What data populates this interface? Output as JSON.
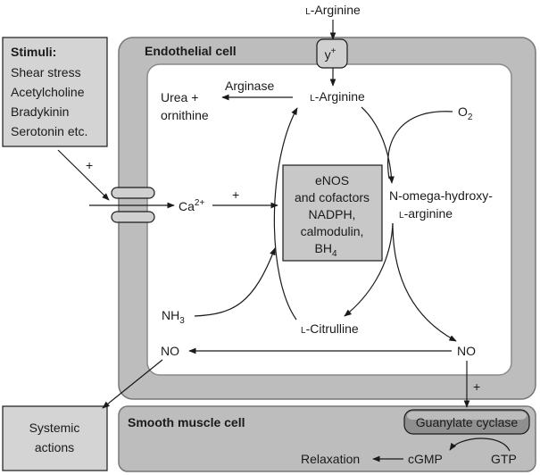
{
  "colors": {
    "cell_gray": "#bdbdbd",
    "cell_border": "#777777",
    "box_gray": "#d4d4d4",
    "enzyme_box": "#c8c8c8",
    "ink": "#1a1a1a"
  },
  "top": {
    "l_arginine_prefix": "L",
    "l_arginine_rest": "-Arginine"
  },
  "transporter": {
    "label": "y",
    "superscript": "+"
  },
  "stimuli": {
    "title": "Stimuli:",
    "items": [
      "Shear stress",
      "Acetylcholine",
      "Bradykinin",
      "Serotonin etc."
    ],
    "plus": "+"
  },
  "endothelial": {
    "title": "Endothelial cell",
    "arginase": "Arginase",
    "urea": "Urea +",
    "ornithine": "ornithine",
    "l_arginine_prefix": "L",
    "l_arginine_rest": "-Arginine",
    "o2": "O",
    "o2_sub": "2",
    "calcium": "Ca",
    "calcium_sup": "2+",
    "calcium_plus": "+",
    "enos_lines": [
      "eNOS",
      "and cofactors",
      "NADPH,",
      "calmodulin,"
    ],
    "bh4": "BH",
    "bh4_sub": "4",
    "hydroxy_line1": "N-omega-hydroxy-",
    "hydroxy_prefix": "L",
    "hydroxy_rest": "-arginine",
    "nh3": "NH",
    "nh3_sub": "3",
    "citrulline_prefix": "L",
    "citrulline_rest": "-Citrulline",
    "no_left": "NO",
    "no_right": "NO",
    "no_plus": "+"
  },
  "systemic": {
    "line1": "Systemic",
    "line2": "actions"
  },
  "smooth_muscle": {
    "title": "Smooth muscle cell",
    "guanylate": "Guanylate cyclase",
    "relaxation": "Relaxation",
    "cgmp": "cGMP",
    "gtp": "GTP"
  }
}
